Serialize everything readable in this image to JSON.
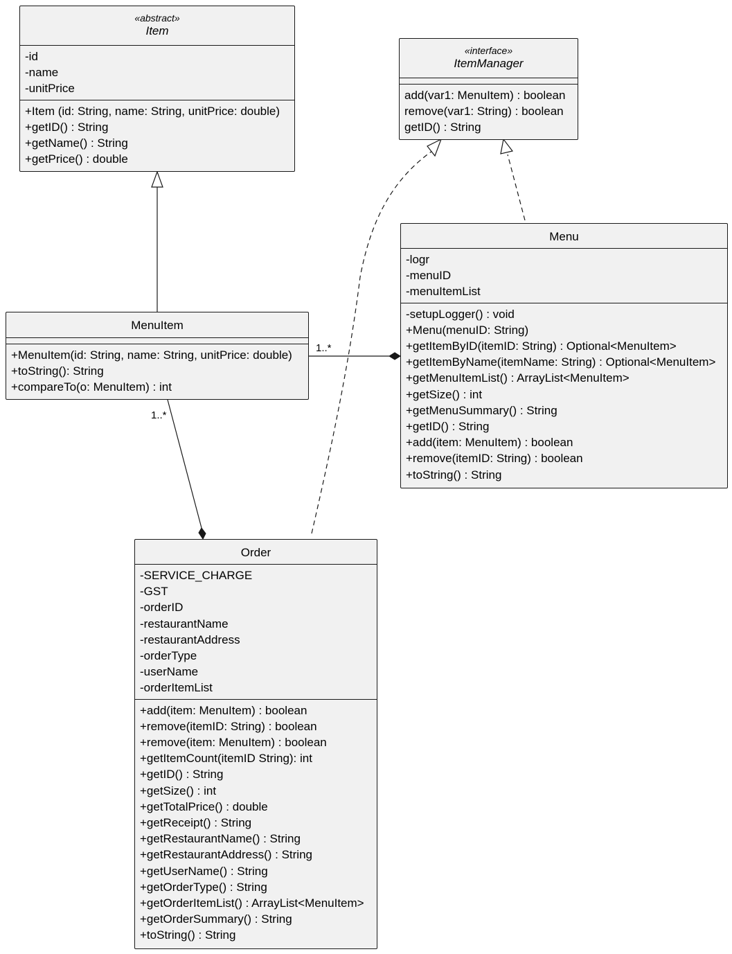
{
  "classes": {
    "item": {
      "stereotype": "«abstract»",
      "name": "Item",
      "attributes": [
        "-id",
        "-name",
        "-unitPrice"
      ],
      "methods": [
        "+Item (id: String, name: String, unitPrice: double)",
        "+getID() : String",
        "+getName() : String",
        "+getPrice() : double"
      ]
    },
    "item_manager": {
      "stereotype": "«interface»",
      "name": "ItemManager",
      "attributes": [],
      "methods": [
        "add(var1: MenuItem) : boolean",
        "remove(var1: String) : boolean",
        "getID() : String"
      ]
    },
    "menu_item": {
      "name": "MenuItem",
      "attributes": [],
      "methods": [
        "+MenuItem(id: String, name: String, unitPrice: double)",
        "+toString(): String",
        "+compareTo(o: MenuItem) : int"
      ]
    },
    "menu": {
      "name": "Menu",
      "attributes": [
        "-logr",
        "-menuID",
        "-menuItemList"
      ],
      "methods": [
        "-setupLogger() : void",
        "+Menu(menuID: String)",
        "+getItemByID(itemID: String) : Optional<MenuItem>",
        "+getItemByName(itemName: String) : Optional<MenuItem>",
        "+getMenuItemList() : ArrayList<MenuItem>",
        "+getSize() : int",
        "+getMenuSummary() : String",
        "+getID() : String",
        "+add(item: MenuItem) : boolean",
        "+remove(itemID: String) : boolean",
        "+toString() : String"
      ]
    },
    "order": {
      "name": "Order",
      "attributes": [
        "-SERVICE_CHARGE",
        "-GST",
        "-orderID",
        "-restaurantName",
        "-restaurantAddress",
        "-orderType",
        "-userName",
        "-orderItemList"
      ],
      "methods": [
        "+add(item: MenuItem) : boolean",
        "+remove(itemID: String) : boolean",
        "+remove(item: MenuItem) : boolean",
        "+getItemCount(itemID String): int",
        "+getID() : String",
        "+getSize() : int",
        "+getTotalPrice() : double",
        "+getReceipt() : String",
        "+getRestaurantName() : String",
        "+getRestaurantAddress() : String",
        "+getUserName() : String",
        "+getOrderType() : String",
        "+getOrderItemList() : ArrayList<MenuItem>",
        "+getOrderSummary() : String",
        "+toString() : String"
      ]
    }
  },
  "relations": {
    "menuitem_menu_multiplicity": "1..*",
    "menuitem_order_multiplicity": "1..*"
  },
  "colors": {
    "box_fill": "#f1f1f1",
    "line": "#181818"
  }
}
